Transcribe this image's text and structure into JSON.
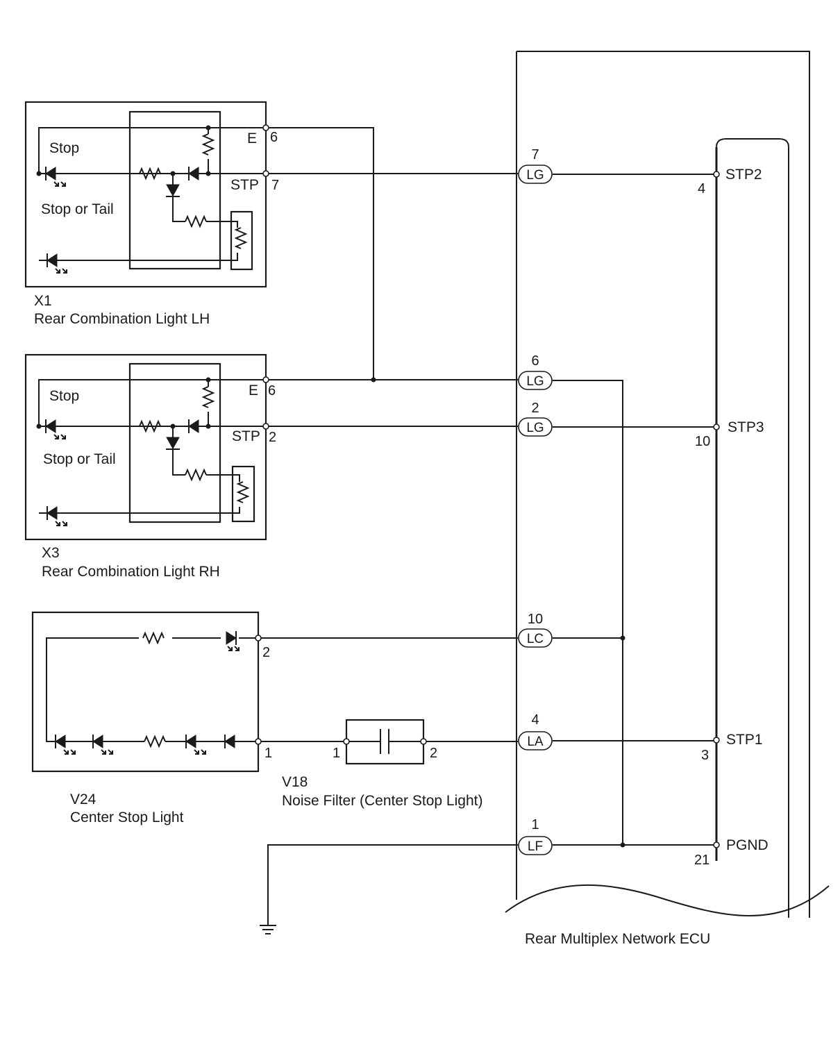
{
  "components": {
    "x1": {
      "code": "X1",
      "name": "Rear Combination Light LH",
      "stop_label": "Stop",
      "stop_or_tail_label": "Stop or Tail",
      "e_label": "E",
      "e_pin": "6",
      "stp_label": "STP",
      "stp_pin": "7"
    },
    "x3": {
      "code": "X3",
      "name": "Rear Combination Light RH",
      "stop_label": "Stop",
      "stop_or_tail_label": "Stop or Tail",
      "e_label": "E",
      "e_pin": "6",
      "stp_label": "STP",
      "stp_pin": "2"
    },
    "v24": {
      "code": "V24",
      "name": "Center Stop Light",
      "pin_top": "2",
      "pin_bottom": "1"
    },
    "v18": {
      "code": "V18",
      "name": "Noise Filter (Center Stop Light)",
      "pin_left": "1",
      "pin_right": "2"
    },
    "ecu": {
      "name": "Rear Multiplex Network ECU"
    }
  },
  "connectors": [
    {
      "pin": "7",
      "wire": "LG"
    },
    {
      "pin": "6",
      "wire": "LG"
    },
    {
      "pin": "2",
      "wire": "LG"
    },
    {
      "pin": "10",
      "wire": "LC"
    },
    {
      "pin": "4",
      "wire": "LA"
    },
    {
      "pin": "1",
      "wire": "LF"
    }
  ],
  "ecu_terminals": [
    {
      "name": "STP2",
      "pin": "4"
    },
    {
      "name": "STP3",
      "pin": "10"
    },
    {
      "name": "STP1",
      "pin": "3"
    },
    {
      "name": "PGND",
      "pin": "21"
    }
  ]
}
